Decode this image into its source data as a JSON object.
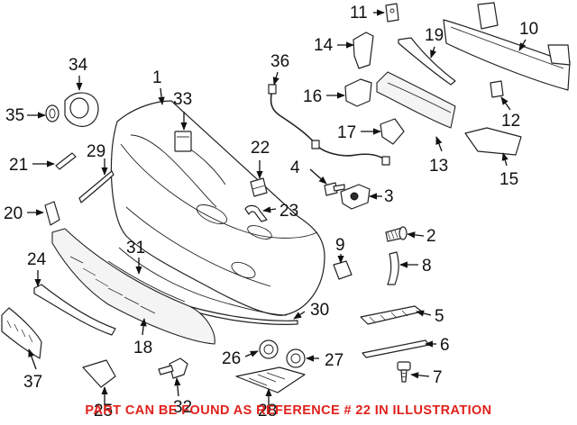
{
  "diagram": {
    "callouts": [
      "1",
      "2",
      "3",
      "4",
      "5",
      "6",
      "7",
      "8",
      "9",
      "10",
      "11",
      "12",
      "13",
      "14",
      "15",
      "16",
      "17",
      "19",
      "20",
      "21",
      "22",
      "23",
      "24",
      "25",
      "26",
      "27",
      "28",
      "29",
      "30",
      "31",
      "32",
      "33",
      "34",
      "35",
      "36",
      "37"
    ],
    "footnote": "PART CAN BE FOUND AS REFERENCE # 22 IN ILLUSTRATION"
  },
  "colors": {
    "footnote": "#e0211b",
    "line": "#222222",
    "background": "#ffffff"
  }
}
